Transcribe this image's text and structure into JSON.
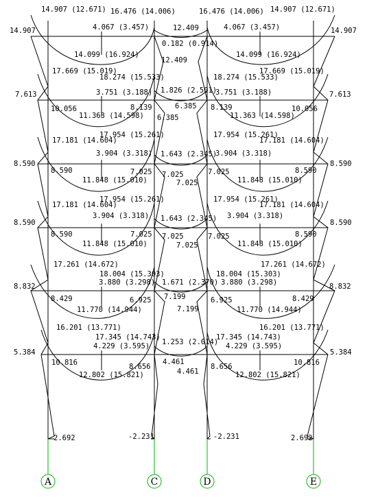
{
  "grid_labels": [
    "A",
    "C",
    "D",
    "E"
  ],
  "colors": {
    "frame": "#000000",
    "grid": "#00b400"
  },
  "labels": {
    "r1_l_left_end": "14.907 (12.671)",
    "r1_l_right_end": "16.476 (14.006)",
    "r1_r_left_end": "16.476 (14.006)",
    "r1_r_right_end": "14.907 (12.671)",
    "r1_l_top_neg": "4.067 (3.457)",
    "r1_r_top_neg": "4.067 (3.457)",
    "r1_mid_top": "12.409",
    "r1_mid_top_neg": "0.182 (0.914)",
    "r1_mid_bottom": "12.409",
    "r1_col_left": "14.907",
    "r1_col_right": "14.907",
    "r1_l_pos": "14.099 (16.924)",
    "r1_r_pos": "14.099 (16.924)",
    "r2_l_left_end": "17.669 (15.019)",
    "r2_l_right_end": "18.274 (15.533)",
    "r2_r_left_end": "18.274 (15.533)",
    "r2_r_right_end": "17.669 (15.019)",
    "r2_l_top_neg": "3.751 (3.188)",
    "r2_r_top_neg": "3.751 (3.188)",
    "r2_mid_top_neg": "1.826 (2.501)",
    "r2_col_left": "7.613",
    "r2_col_right": "7.613",
    "r2_l_col_a": "10.056",
    "r2_l_col_c": "8.139",
    "r2_r_col_d": "8.139",
    "r2_r_col_e": "10.056",
    "r2_mid_a": "6.385",
    "r2_mid_b": "6.385",
    "r2_l_pos": "11.363 (14.598)",
    "r2_r_pos": "11.363 (14.598)",
    "r3_l_left_end": "17.181 (14.604)",
    "r3_l_right_end": "17.954 (15.261)",
    "r3_r_left_end": "17.954 (15.261)",
    "r3_r_right_end": "17.181 (14.604)",
    "r3_l_top_neg": "3.904 (3.318)",
    "r3_r_top_neg": "3.904 (3.318)",
    "r3_mid_top_neg": "1.643 (2.345)",
    "r3_col_left": "8.590",
    "r3_col_right": "8.590",
    "r3_l_col_a": "8.590",
    "r3_l_col_c": "7.025",
    "r3_r_col_d": "7.025",
    "r3_r_col_e": "8.590",
    "r3_mid_a": "7.025",
    "r3_mid_b": "7.025",
    "r3_l_pos": "11.848 (15.010)",
    "r3_r_pos": "11.848 (15.010)",
    "r4_l_left_end": "17.181 (14.604)",
    "r4_l_right_end": "17.954 (15.261)",
    "r4_r_left_end": "17.954 (15.261)",
    "r4_r_right_end": "17.181 (14.604)",
    "r4_l_top_neg": "3.904 (3.318)",
    "r4_r_top_neg": "3.904 (3.318)",
    "r4_mid_top_neg": "1.643 (2.345)",
    "r4_col_left": "8.590",
    "r4_col_right": "8.590",
    "r4_l_col_a": "8.590",
    "r4_l_col_c": "7.025",
    "r4_r_col_d": "7.025",
    "r4_r_col_e": "8.590",
    "r4_mid_a": "7.025",
    "r4_mid_b": "7.025",
    "r4_l_pos": "11.848 (15.010)",
    "r4_r_pos": "11.848 (15.010)",
    "r5_l_left_end": "17.261 (14.672)",
    "r5_l_right_end": "18.004 (15.303)",
    "r5_r_left_end": "18.004 (15.303)",
    "r5_r_right_end": "17.261 (14.672)",
    "r5_l_top_neg": "3.880 (3.298)",
    "r5_r_top_neg": "3.880 (3.298)",
    "r5_mid_top_neg": "1.671 (2.370)",
    "r5_col_left": "8.832",
    "r5_col_right": "8.832",
    "r5_l_col_a": "8.429",
    "r5_l_col_c": "6.925",
    "r5_r_col_d": "6.925",
    "r5_r_col_e": "8.429",
    "r5_mid_a": "7.199",
    "r5_mid_b": "7.199",
    "r5_l_pos": "11.770 (14.944)",
    "r5_r_pos": "11.770 (14.944)",
    "r6_l_left_end": "16.201 (13.771)",
    "r6_l_right_end": "17.345 (14.743)",
    "r6_r_left_end": "17.345 (14.743)",
    "r6_r_right_end": "16.201 (13.771)",
    "r6_l_top_neg": "4.229 (3.595)",
    "r6_r_top_neg": "4.229 (3.595)",
    "r6_mid_top_neg": "1.253 (2.014)",
    "r6_col_left": "5.384",
    "r6_col_right": "5.384",
    "r6_l_col_a": "10.816",
    "r6_l_col_c": "8.656",
    "r6_r_col_d": "8.656",
    "r6_r_col_e": "10.816",
    "r6_mid_a": "4.461",
    "r6_mid_b": "4.461",
    "r6_l_pos": "12.802 (15.821)",
    "r6_r_pos": "12.802 (15.821)",
    "base_a": "2.692",
    "base_c": "-2.231",
    "base_d": "-2.231",
    "base_e": "2.692"
  }
}
